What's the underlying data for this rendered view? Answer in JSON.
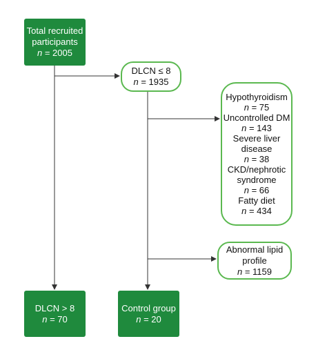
{
  "boxes": {
    "total": {
      "line1": "Total recruited",
      "line2": "participants",
      "n_label": "n",
      "n_value": " = 2005"
    },
    "dlcn_le8": {
      "line1": "DLCN ≤ 8",
      "n_label": "n",
      "n_value": " = 1935"
    },
    "exclusions": [
      {
        "label": "Hypothyroidism",
        "n_label": "n",
        "n_value": " =  75"
      },
      {
        "label": "Uncontrolled DM",
        "n_label": "n",
        "n_value": " =  143"
      },
      {
        "label": "Severe liver",
        "label2": "disease",
        "n_label": "n",
        "n_value": " = 38"
      },
      {
        "label": "CKD/nephrotic",
        "label2": "syndrome",
        "n_label": "n",
        "n_value": " = 66"
      },
      {
        "label": "Fatty diet",
        "n_label": "n",
        "n_value": " = 434"
      }
    ],
    "abnormal": {
      "line1": "Abnormal lipid",
      "line2": "profile",
      "n_label": "n",
      "n_value": " =  1159"
    },
    "dlcn_gt8": {
      "line1": "DLCN > 8",
      "n_label": "n",
      "n_value": " = 70"
    },
    "control": {
      "line1": "Control group",
      "n_label": "n",
      "n_value": " = 20"
    }
  },
  "colors": {
    "solid_fill": "#1f8a3d",
    "outline_border": "#5ab84f",
    "arrow": "#333333"
  }
}
